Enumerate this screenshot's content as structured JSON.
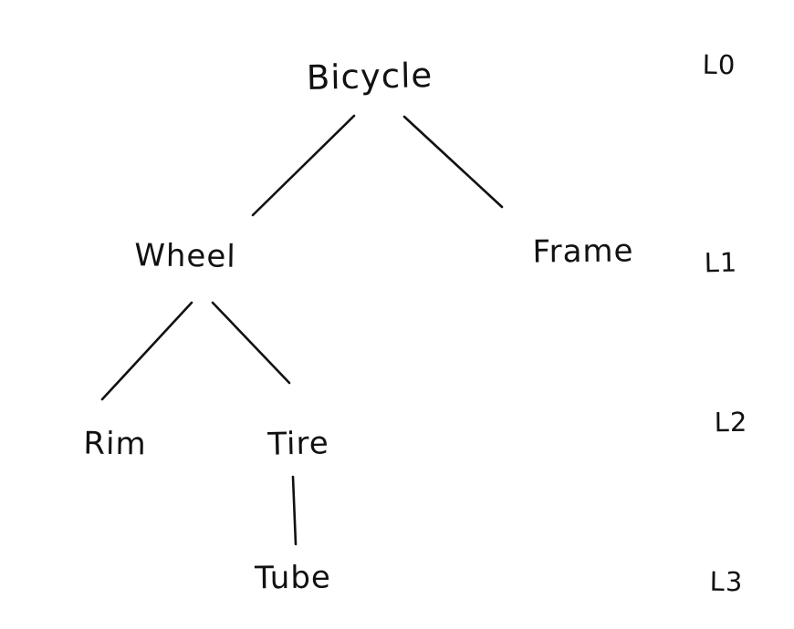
{
  "diagram": {
    "type": "tree",
    "ink_color": "#111111",
    "background_color": "#ffffff",
    "nodes": [
      {
        "id": "bicycle",
        "label": "Bicycle",
        "level": 0
      },
      {
        "id": "wheel",
        "label": "Wheel",
        "level": 1
      },
      {
        "id": "frame",
        "label": "Frame",
        "level": 1
      },
      {
        "id": "rim",
        "label": "Rim",
        "level": 2
      },
      {
        "id": "tire",
        "label": "Tire",
        "level": 2
      },
      {
        "id": "tube",
        "label": "Tube",
        "level": 3
      }
    ],
    "edges": [
      {
        "from": "Bicycle",
        "to": "Wheel"
      },
      {
        "from": "Bicycle",
        "to": "Frame"
      },
      {
        "from": "Wheel",
        "to": "Rim"
      },
      {
        "from": "Wheel",
        "to": "Tire"
      },
      {
        "from": "Tire",
        "to": "Tube"
      }
    ],
    "level_labels": [
      {
        "label": "L0"
      },
      {
        "label": "L1"
      },
      {
        "label": "L2"
      },
      {
        "label": "L3"
      }
    ]
  }
}
